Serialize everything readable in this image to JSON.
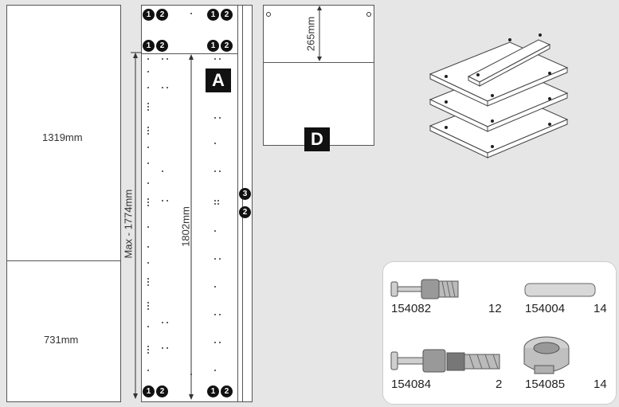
{
  "panels": {
    "left_top_dim": "1319mm",
    "left_bottom_dim": "731mm",
    "max_dim": "Max - 1774mm",
    "height_dim": "1802mm",
    "panel_a_letter": "A",
    "panel_d_letter": "D",
    "panel_d_dim": "265mm"
  },
  "badges": {
    "one": "1",
    "two": "2",
    "three": "3"
  },
  "hardware": [
    {
      "code": "154082",
      "qty": "12"
    },
    {
      "code": "154004",
      "qty": "14"
    },
    {
      "code": "154084",
      "qty": "2"
    },
    {
      "code": "154085",
      "qty": "14"
    }
  ]
}
